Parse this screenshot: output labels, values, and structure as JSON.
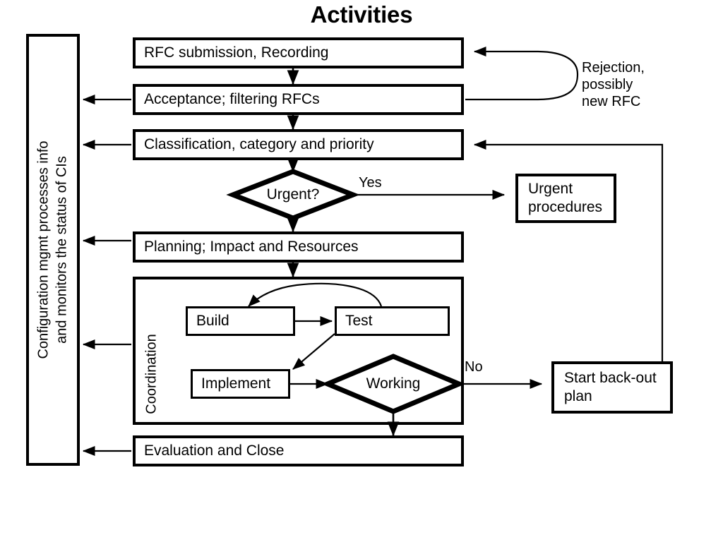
{
  "title": "Activities",
  "sidebar": {
    "line1": "Configuration mgmt processes info",
    "line2": "and monitors the status of CIs"
  },
  "nodes": {
    "rfc_submission": "RFC submission, Recording",
    "acceptance": "Acceptance; filtering RFCs",
    "classification": "Classification, category and priority",
    "urgent_decision": "Urgent?",
    "urgent_procedures": "Urgent\nprocedures",
    "planning": "Planning; Impact and Resources",
    "coordination": "Coordination",
    "build": "Build",
    "test": "Test",
    "implement": "Implement",
    "working_decision": "Working",
    "start_backout": "Start back-out\nplan",
    "evaluation": "Evaluation and Close"
  },
  "edge_labels": {
    "rejection": "Rejection,\npossibly\nnew RFC",
    "yes": "Yes",
    "no": "No"
  },
  "colors": {
    "stroke": "#000000",
    "background": "#ffffff",
    "thin_stroke": "#1a1a1a"
  }
}
